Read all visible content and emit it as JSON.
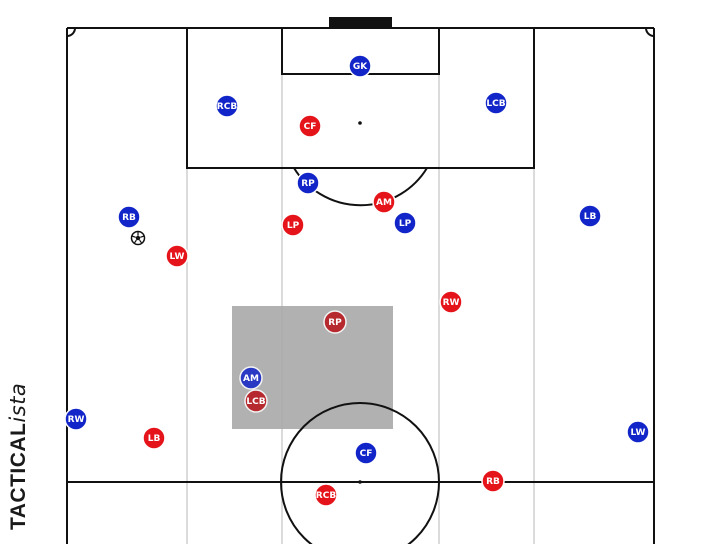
{
  "brand": {
    "part1": "TACTICAL",
    "part2": "ista"
  },
  "colors": {
    "team_blue": "#1225c8",
    "team_red": "#e5141b",
    "red_dark": "#b81218",
    "zone": "#a9a9a9",
    "line": "#111111",
    "lane": "#cfcfcf"
  },
  "ball": {
    "label": "ball-icon"
  },
  "players": [
    {
      "label": "GK",
      "team": "blue"
    },
    {
      "label": "RCB",
      "team": "blue"
    },
    {
      "label": "LCB",
      "team": "blue"
    },
    {
      "label": "CF",
      "team": "red"
    },
    {
      "label": "RP",
      "team": "blue"
    },
    {
      "label": "AM",
      "team": "red"
    },
    {
      "label": "RB",
      "team": "blue"
    },
    {
      "label": "LP",
      "team": "red"
    },
    {
      "label": "LP",
      "team": "blue"
    },
    {
      "label": "LB",
      "team": "blue"
    },
    {
      "label": "LW",
      "team": "red"
    },
    {
      "label": "RW",
      "team": "red"
    },
    {
      "label": "RP",
      "team": "red_dark"
    },
    {
      "label": "AM",
      "team": "blue_dark"
    },
    {
      "label": "LCB",
      "team": "red_dark"
    },
    {
      "label": "RW",
      "team": "blue"
    },
    {
      "label": "LB",
      "team": "red"
    },
    {
      "label": "LW",
      "team": "blue"
    },
    {
      "label": "CF",
      "team": "blue"
    },
    {
      "label": "RB",
      "team": "red"
    },
    {
      "label": "RCB",
      "team": "red"
    }
  ]
}
